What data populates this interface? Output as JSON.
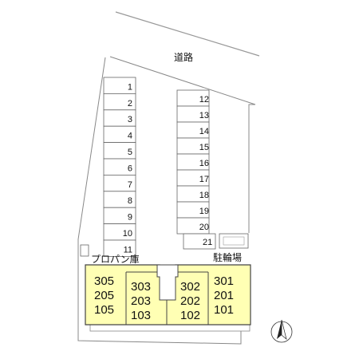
{
  "road_label": "道路",
  "propane_label": "プロパン庫",
  "bicycle_label": "駐輪場",
  "compass_label": "N",
  "colors": {
    "building_fill": "#ffffb4",
    "line": "#555555",
    "road": "#999999"
  },
  "parking_left": [
    "1",
    "2",
    "3",
    "4",
    "5",
    "6",
    "7",
    "8",
    "9",
    "10",
    "11"
  ],
  "parking_right": [
    "12",
    "13",
    "14",
    "15",
    "16",
    "17",
    "18",
    "19",
    "20"
  ],
  "parking_extra": "21",
  "units": [
    [
      "305",
      "205",
      "105"
    ],
    [
      "303",
      "203",
      "103"
    ],
    [
      "302",
      "202",
      "102"
    ],
    [
      "301",
      "201",
      "101"
    ]
  ]
}
